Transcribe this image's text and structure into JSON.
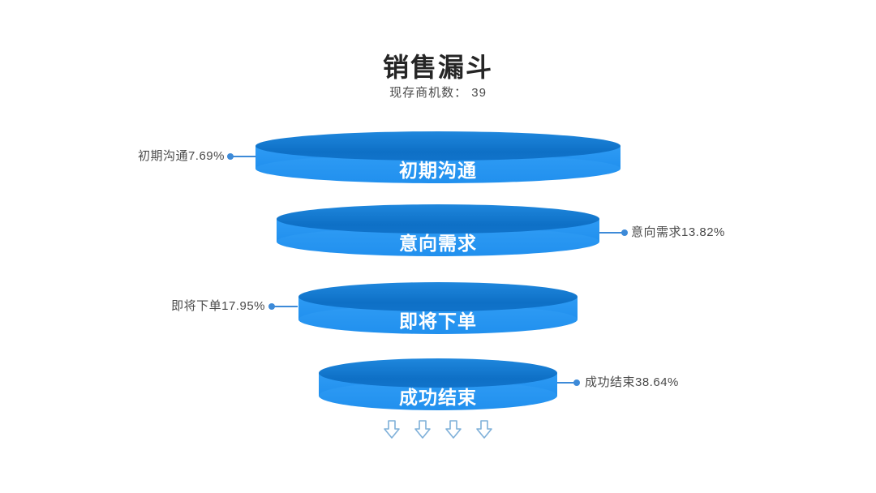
{
  "header": {
    "title": "销售漏斗",
    "subtitle": "现存商机数： 39"
  },
  "chart_data": {
    "type": "funnel",
    "title": "销售漏斗",
    "subtitle_label": "现存商机数",
    "total_opportunities": 39,
    "categories": [
      "初期沟通",
      "意向需求",
      "即将下单",
      "成功结束"
    ],
    "values": [
      7.69,
      13.82,
      17.95,
      38.64
    ],
    "unit": "%",
    "annotations": [
      "初期沟通7.69%",
      "意向需求13.82%",
      "即将下单17.95%",
      "成功结束38.64%"
    ],
    "annotation_sides": [
      "left",
      "right",
      "left",
      "right"
    ],
    "legend": "none",
    "layout_hint": "inverted 3D cylinder funnel, widest stage on top, centered",
    "colors": {
      "cylinder_top": "#1173ca",
      "cylinder_body": "#2795f1",
      "connector_line": "#3d8ad8",
      "annotation_text": "#4a4a4a",
      "stage_text": "#ffffff",
      "arrow_outline": "#7fb0d9"
    }
  },
  "funnel": {
    "stages": [
      {
        "name": "初期沟通",
        "percent": "7.69%",
        "annotation": "初期沟通7.69%"
      },
      {
        "name": "意向需求",
        "percent": "13.82%",
        "annotation": "意向需求13.82%"
      },
      {
        "name": "即将下单",
        "percent": "17.95%",
        "annotation": "即将下单17.95%"
      },
      {
        "name": "成功结束",
        "percent": "38.64%",
        "annotation": "成功结束38.64%"
      }
    ]
  },
  "footer": {
    "arrow_icon_name": "down-arrow",
    "arrow_glyph": "⇩",
    "arrow_count": 4
  }
}
